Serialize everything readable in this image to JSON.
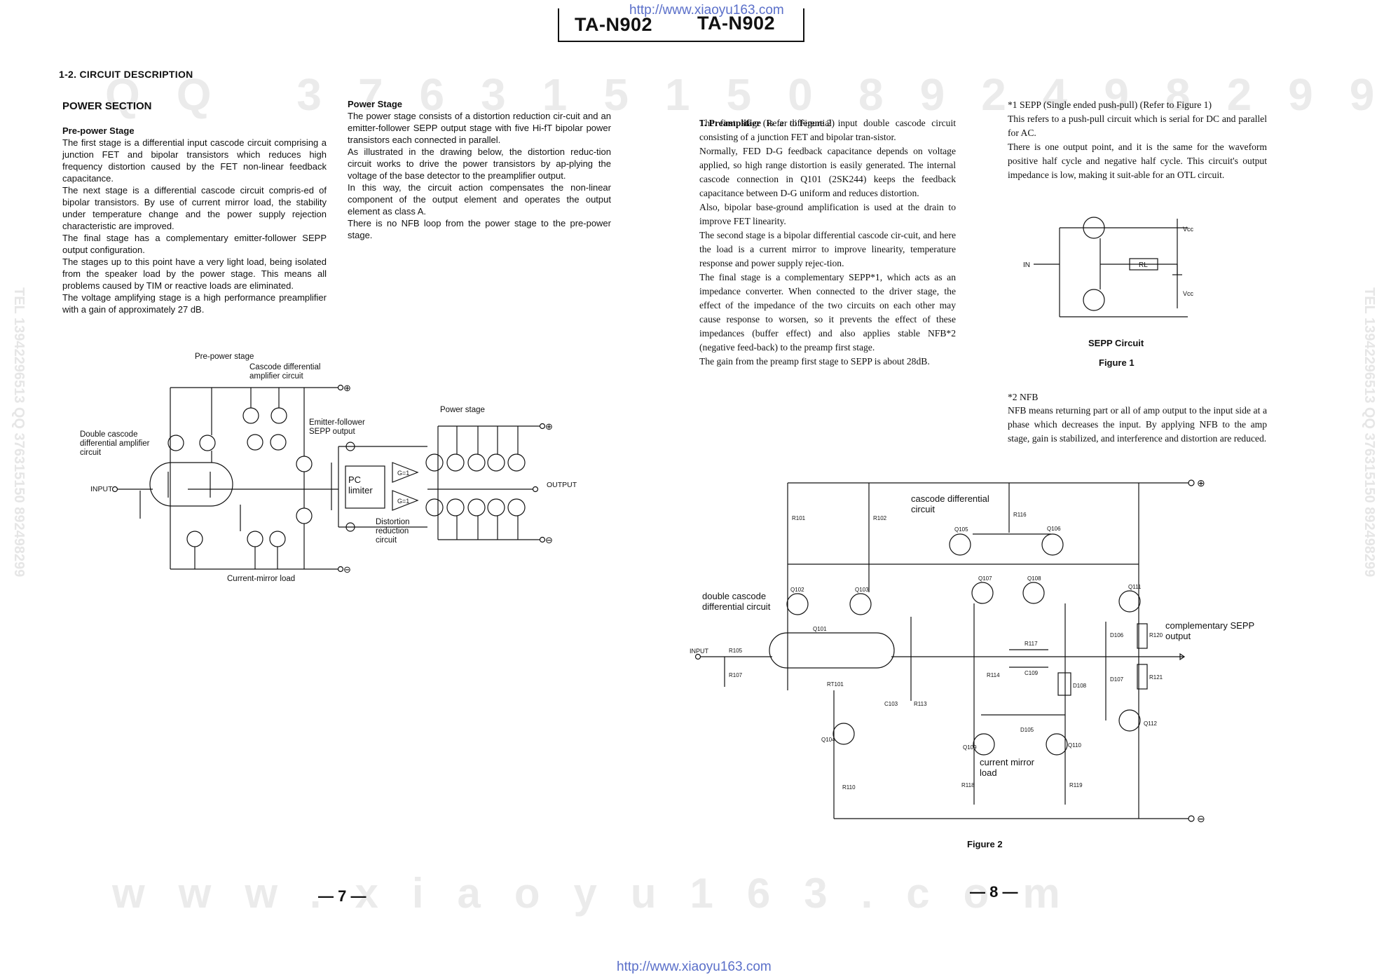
{
  "watermarks": {
    "url_top": "http://www.xiaoyu163.com",
    "url_bottom": "http://www.xiaoyu163.com",
    "faint_left": "QQ 376315150",
    "faint_right": "892498299",
    "faint_bottom": "www.xiaoyu163.com",
    "side_right": "TEL 13942296513  QQ 376315150  892498299",
    "side_left": "TEL 13942296513  QQ 376315150  892498299"
  },
  "header": {
    "title_left": "TA-N902",
    "title_right": "TA-N902"
  },
  "page7": {
    "section_heading": "1-2.  CIRCUIT DESCRIPTION",
    "power_section_title": "POWER SECTION",
    "pre_power_heading": "Pre-power Stage",
    "pre_power_text": "The first stage is a differential input cascode circuit comprising a junction FET and bipolar transistors which reduces high frequency distortion caused by the FET non-linear feedback capacitance.\nThe next stage is a differential cascode circuit compris-ed of bipolar transistors. By use of current mirror load, the stability under temperature change and the power supply rejection characteristic are improved.\nThe final stage has a complementary emitter-follower SEPP output configuration.\nThe stages up to this point have a very light load, being isolated from the speaker load by the power stage. This means all problems caused by TIM or reactive loads are eliminated.\nThe voltage amplifying stage is a high performance preamplifier with a gain of approximately 27 dB.",
    "power_stage_heading": "Power Stage",
    "power_stage_text": "The power stage consists of a distortion reduction cir-cuit and an emitter-follower SEPP output stage with five Hi-fT bipolar power transistors each connected in parallel.\nAs illustrated in the drawing below, the distortion reduc-tion circuit works to drive the power transistors by ap-plying the voltage of the base detector to the preamplifier output.\nIn this way, the circuit action compensates the non-linear component of the output element and operates the output element as class A.\nThere is no NFB loop from the power stage to the pre-power stage.",
    "diagram_labels": {
      "pre_power_stage": "Pre-power stage",
      "cascode_diff": "Cascode differential\namplifier circuit",
      "double_cascode": "Double cascode\ndifferential amplifier\ncircuit",
      "input": "INPUT",
      "emitter_follower": "Emitter-follower\nSEPP output",
      "pc_limiter": "PC\nlimiter",
      "g1_top": "G=1",
      "g1_bottom": "G=1",
      "distortion": "Distortion\nreduction\ncircuit",
      "power_stage": "Power stage",
      "output": "OUTPUT",
      "current_mirror": "Current-mirror load",
      "plus": "⊕",
      "minus": "⊖"
    },
    "page_number": "— 7 —"
  },
  "page8": {
    "preamp_heading": "1. Preamplifier",
    "preamp_ref": " (Refer to Figure 2)",
    "preamp_text": "The first stage is a differential input double cascode circuit consisting of a junction FET and bipolar tran-sistor.\nNormally, FED D-G feedback capacitance depends on voltage applied, so high range distortion is easily generated. The internal cascode connection in Q101 (2SK244) keeps the feedback capacitance between D-G uniform and reduces distortion.\nAlso, bipolar base-ground amplification is used at the drain to improve FET linearity.\nThe second stage is a bipolar differential cascode cir-cuit, and here the load is a current mirror to improve linearity, temperature response and power supply rejec-tion.\nThe final stage is a complementary SEPP*1, which acts as an impedance converter. When connected to the driver stage, the effect of the impedance of the two circuits on each other may cause response to worsen, so it prevents the effect of these impedances (buffer effect) and also applies stable NFB*2 (negative feed-back) to the preamp first stage.\nThe gain from the preamp first stage to SEPP is about 28dB.",
    "note1_text": "*1  SEPP (Single ended push-pull) (Refer to Figure 1)\nThis refers to a push-pull circuit which is serial for DC and parallel for AC.\nThere is one output point, and it is the same for the waveform positive half cycle and negative half cycle. This circuit's output impedance is low, making it suit-able for an OTL circuit.",
    "fig1": {
      "in": "IN",
      "rl": "RL",
      "vcc1": "Vcc",
      "vcc2": "Vcc",
      "title": "SEPP Circuit",
      "caption": "Figure 1"
    },
    "note2_heading": "*2  NFB",
    "note2_text": "NFB means returning part or all of amp output to the input side at a phase which decreases the input. By applying NFB to the amp stage, gain is stabilized, and interference and distortion are reduced.",
    "fig2": {
      "cascode_label": "cascode differential\ncircuit",
      "double_cascode_label": "double cascode\ndifferential circuit",
      "complementary_label": "complementary SEPP\noutput",
      "current_mirror_label": "current mirror\nload",
      "input": "INPUT",
      "caption": "Figure 2",
      "parts": [
        "R101",
        "R102",
        "R116",
        "Q105",
        "Q106",
        "Q107",
        "Q108",
        "Q111",
        "Q102",
        "Q103",
        "Q101",
        "R105",
        "R107",
        "RT101",
        "C103",
        "R113",
        "R117",
        "C109",
        "R114",
        "D108",
        "D106",
        "R120",
        "D107",
        "R121",
        "Q104",
        "D105",
        "Q109",
        "Q110",
        "Q112",
        "R110",
        "R118",
        "R119"
      ]
    },
    "page_number": "— 8 —"
  },
  "colors": {
    "ink": "#111111",
    "watermark_url": "#5a6fc9",
    "faint": "#ebebeb"
  }
}
